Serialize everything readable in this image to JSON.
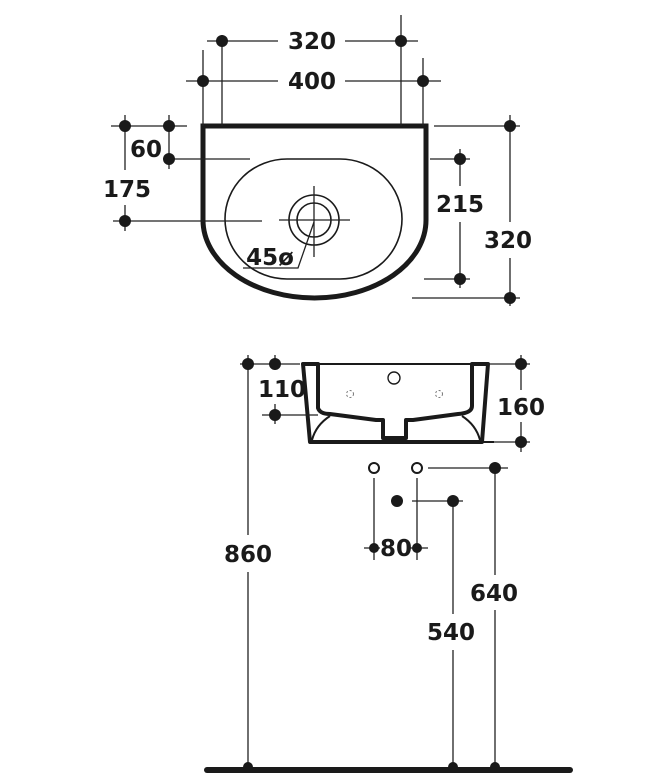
{
  "drawing": {
    "top_view": {
      "dims": {
        "tap_spacing": "320",
        "width": "400",
        "bowl_offset": "60",
        "drain_offset": "175",
        "bowl_depth": "215",
        "depth": "320",
        "drain_diameter": "45ø"
      }
    },
    "side_view": {
      "dims": {
        "inner_height": "110",
        "height": "160",
        "mount_height": "860",
        "pipe_spacing": "80",
        "waste_height": "540",
        "supply_height": "640"
      }
    },
    "colors": {
      "line": "#1a1a1a",
      "background": "#ffffff"
    }
  }
}
